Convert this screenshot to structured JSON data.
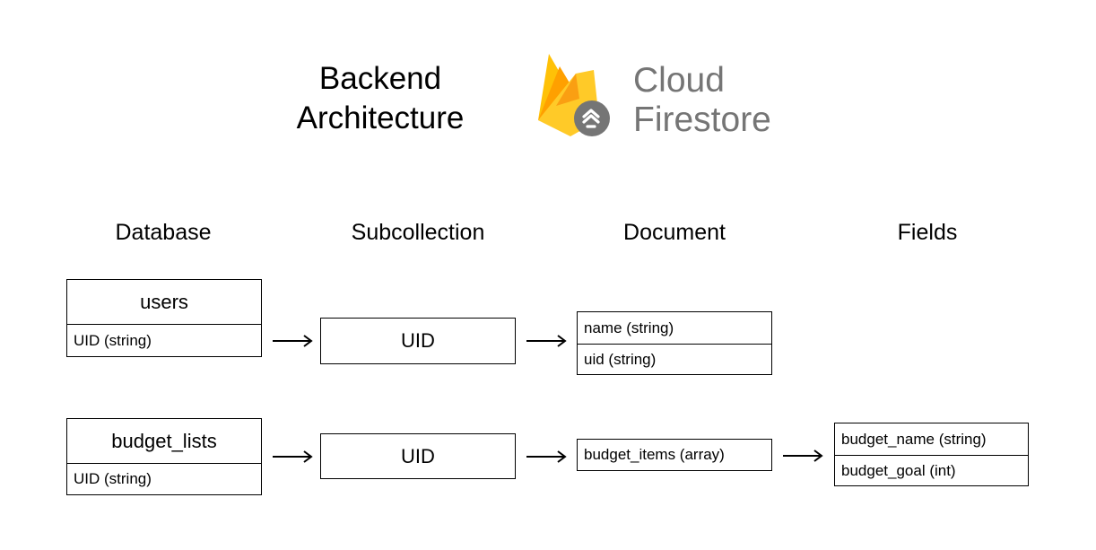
{
  "title": {
    "line1": "Backend",
    "line2": "Architecture"
  },
  "logo": {
    "icon": "firebase-flame-icon",
    "line1": "Cloud",
    "line2": "Firestore",
    "text_color": "#757575"
  },
  "columns": [
    "Database",
    "Subcollection",
    "Document",
    "Fields"
  ],
  "rows": [
    {
      "database": {
        "name": "users",
        "field": "UID (string)"
      },
      "subcollection": "UID",
      "document_fields": [
        "name (string)",
        "uid (string)"
      ]
    },
    {
      "database": {
        "name": "budget_lists",
        "field": "UID (string)"
      },
      "subcollection": "UID",
      "document_fields": [
        "budget_items (array)"
      ],
      "fields": [
        "budget_name (string)",
        "budget_goal (int)"
      ]
    }
  ],
  "colors": {
    "flame_light": "#FFCA28",
    "flame_orange": "#FFA000",
    "flame_dark": "#F57C00",
    "badge": "#757575"
  }
}
